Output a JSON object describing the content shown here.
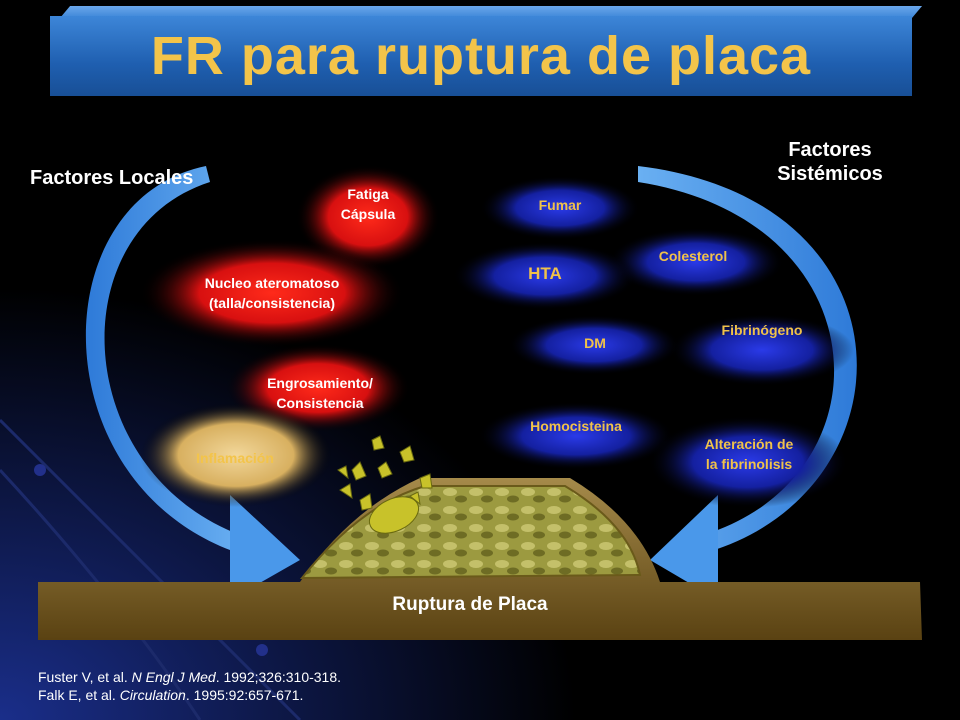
{
  "title": "FR para ruptura de placa",
  "headings": {
    "local": "Factores Locales",
    "systemic_line1": "Factores",
    "systemic_line2": "Sistémicos"
  },
  "local_factors": [
    {
      "line1": "Fatiga",
      "line2": "Cápsula"
    },
    {
      "line1": "Nucleo ateromatoso",
      "line2": "(talla/consistencia)"
    },
    {
      "line1": "Engrosamiento/",
      "line2": "Consistencia"
    },
    {
      "line1": "Inflamación",
      "line2": ""
    }
  ],
  "systemic_factors": [
    {
      "line1": "Fumar",
      "line2": ""
    },
    {
      "line1": "Colesterol",
      "line2": ""
    },
    {
      "line1": "HTA",
      "line2": ""
    },
    {
      "line1": "Fibrinógeno",
      "line2": ""
    },
    {
      "line1": "DM",
      "line2": ""
    },
    {
      "line1": "Homocisteina",
      "line2": ""
    },
    {
      "line1": "Alteración de",
      "line2": "la fibrinolisis"
    }
  ],
  "center_label": "Ruptura de Placa",
  "references": [
    {
      "authors": "Fuster V, et al. ",
      "journal": "N Engl J Med",
      "details": ". 1992;326:310-318."
    },
    {
      "authors": "Falk E, et al. ",
      "journal": "Circulation",
      "details": ". 1995:92:657-671."
    }
  ],
  "colors": {
    "title_text": "#f3c44a",
    "title_bar": "#2a6fc4",
    "arrow": "#3b8ee6",
    "local_blob": "#e01010",
    "inflammation_blob": "#e6c27a",
    "systemic_blob": "#1a2fd0",
    "systemic_text": "#f0c24a",
    "plaque": "#9a9a3a",
    "vessel": "#8a6a2a"
  }
}
